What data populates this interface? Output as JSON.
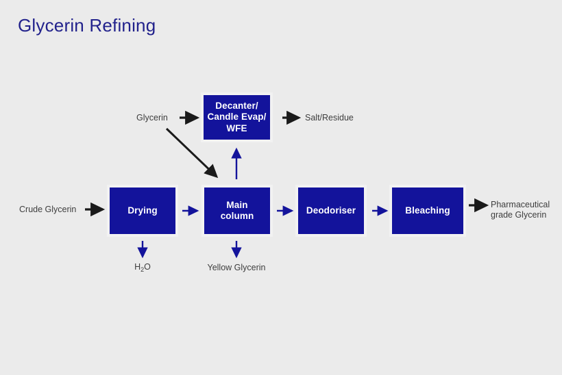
{
  "page": {
    "title": "Glycerin Refining",
    "background_color": "#ebebeb",
    "box_fill_color": "#13139b",
    "box_text_color": "#ffffff",
    "title_color": "#22228c",
    "blue_arrow_color": "#13139b",
    "black_arrow_color": "#1a1a1a",
    "label_color": "#3d3d3d"
  },
  "boxes": {
    "decanter": "Decanter/\nCandle Evap/\nWFE",
    "drying": "Drying",
    "main_column": "Main\ncolumn",
    "deodoriser": "Deodoriser",
    "bleaching": "Bleaching"
  },
  "labels": {
    "crude_glycerin": "Crude Glycerin",
    "glycerin": "Glycerin",
    "salt_residue": "Salt/Residue",
    "water_main": "H",
    "water_sub": "2",
    "water_tail": "O",
    "yellow_glycerin": "Yellow Glycerin",
    "pharma_glycerin": "Pharmaceutical\ngrade Glycerin"
  },
  "flow": {
    "type": "process-flow-diagram",
    "nodes": [
      {
        "id": "drying",
        "label": "Drying",
        "kind": "process"
      },
      {
        "id": "main_column",
        "label": "Main column",
        "kind": "process"
      },
      {
        "id": "decanter",
        "label": "Decanter/Candle Evap/WFE",
        "kind": "process"
      },
      {
        "id": "deodoriser",
        "label": "Deodoriser",
        "kind": "process"
      },
      {
        "id": "bleaching",
        "label": "Bleaching",
        "kind": "process"
      }
    ],
    "edges": [
      {
        "from": "Crude Glycerin",
        "to": "drying",
        "color": "black",
        "direction": "right"
      },
      {
        "from": "drying",
        "to": "main_column",
        "color": "blue",
        "direction": "right"
      },
      {
        "from": "drying",
        "to": "H2O",
        "color": "blue",
        "direction": "down"
      },
      {
        "from": "main_column",
        "to": "Yellow Glycerin",
        "color": "blue",
        "direction": "down"
      },
      {
        "from": "main_column",
        "to": "decanter",
        "color": "blue",
        "direction": "up"
      },
      {
        "from": "Glycerin",
        "to": "decanter",
        "color": "black",
        "direction": "right"
      },
      {
        "from": "Glycerin",
        "to": "main_column",
        "color": "black",
        "direction": "diagonal-down-right"
      },
      {
        "from": "decanter",
        "to": "Salt/Residue",
        "color": "black",
        "direction": "right"
      },
      {
        "from": "main_column",
        "to": "deodoriser",
        "color": "blue",
        "direction": "right"
      },
      {
        "from": "deodoriser",
        "to": "bleaching",
        "color": "blue",
        "direction": "right"
      },
      {
        "from": "bleaching",
        "to": "Pharmaceutical grade Glycerin",
        "color": "black",
        "direction": "right"
      }
    ]
  }
}
